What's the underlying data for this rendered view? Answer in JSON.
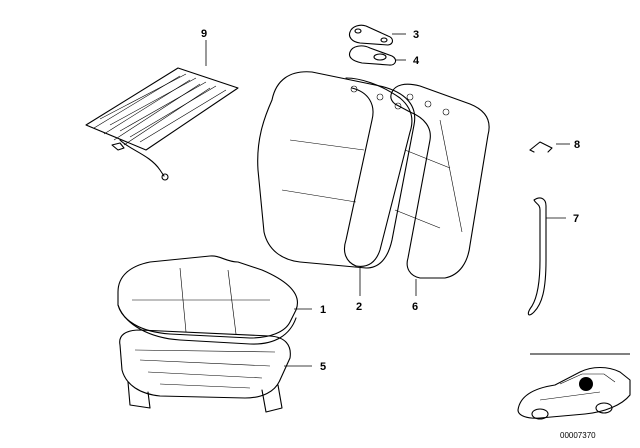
{
  "diagram": {
    "callouts": {
      "c1": "1",
      "c2": "2",
      "c3": "3",
      "c4": "4",
      "c5": "5",
      "c6": "6",
      "c7": "7",
      "c8": "8",
      "c9": "9"
    },
    "reference_code": "00007370",
    "inset_icon": "car-silhouette-icon",
    "line_color": "#000000",
    "background_color": "#ffffff"
  }
}
